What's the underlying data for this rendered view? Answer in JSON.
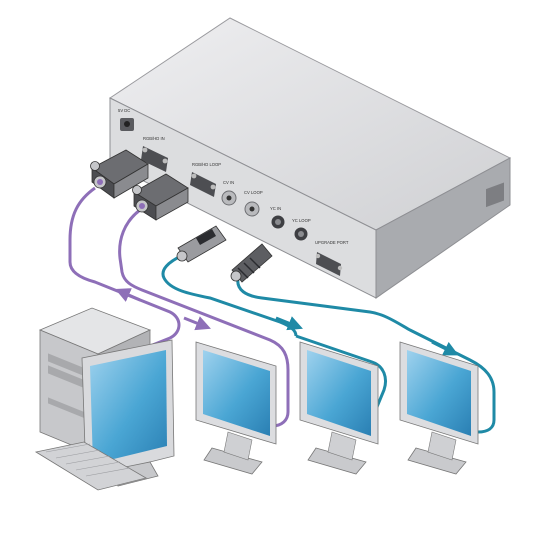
{
  "panel_labels": {
    "power": "5V DC",
    "rgb_in": "RGB/HD IN",
    "rgb_loop": "RGB/HD LOOP",
    "cv_in": "CV IN",
    "cv_loop": "CV LOOP",
    "yc_in": "YC IN",
    "yc_loop": "YC LOOP",
    "upgrade": "UPGRADE PORT"
  },
  "colors": {
    "rgb_cable": "#8e6fb8",
    "video_cable": "#1f8aa6",
    "screen": "#4aa6d4",
    "device_body": "#d7d7d9"
  },
  "icons": [
    "computer-tower-icon",
    "monitor-icon",
    "keyboard-icon",
    "vga-connector-icon",
    "bnc-connector-icon",
    "s-video-connector-icon"
  ]
}
